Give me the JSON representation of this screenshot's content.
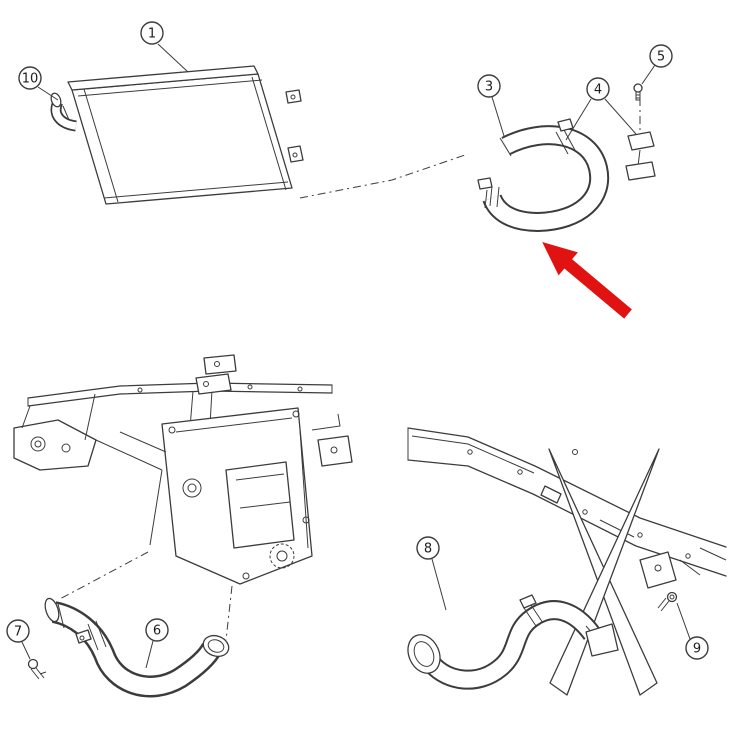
{
  "diagram": {
    "background_color": "#ffffff",
    "line_color": "#3c3c3c",
    "highlight_arrow_color": "#e11212",
    "icons": {
      "highlight_arrow": "red-arrow-pointing-upper-left"
    },
    "callouts": [
      {
        "label": "1"
      },
      {
        "label": "10"
      },
      {
        "label": "3"
      },
      {
        "label": "4"
      },
      {
        "label": "5"
      },
      {
        "label": "6"
      },
      {
        "label": "7"
      },
      {
        "label": "8"
      },
      {
        "label": "9"
      }
    ]
  }
}
